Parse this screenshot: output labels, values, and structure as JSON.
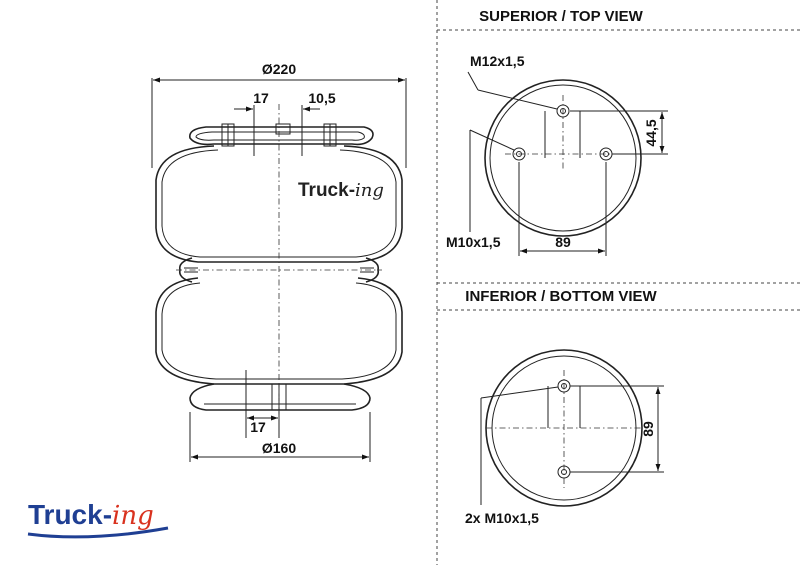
{
  "side_view": {
    "dim_top_diameter": "Ø220",
    "dim_bottom_diameter": "Ø160",
    "dim_top_offset": "17",
    "dim_top_small": "10,5",
    "dim_bottom_offset": "17",
    "body_logo": {
      "main": "Truck-",
      "script": "ing"
    }
  },
  "top_view": {
    "title": "SUPERIOR / TOP VIEW",
    "label_center_thread": "M12x1,5",
    "label_side_thread": "M10x1,5",
    "dim_spacing": "89",
    "dim_offset": "44,5"
  },
  "bottom_view": {
    "title": "INFERIOR / BOTTOM VIEW",
    "label_thread": "2x M10x1,5",
    "dim_spacing": "89"
  },
  "brand_logo": {
    "main": "Truck-",
    "script": "ing",
    "colors": {
      "main": "#1f3f93",
      "script": "#d9321f"
    }
  }
}
